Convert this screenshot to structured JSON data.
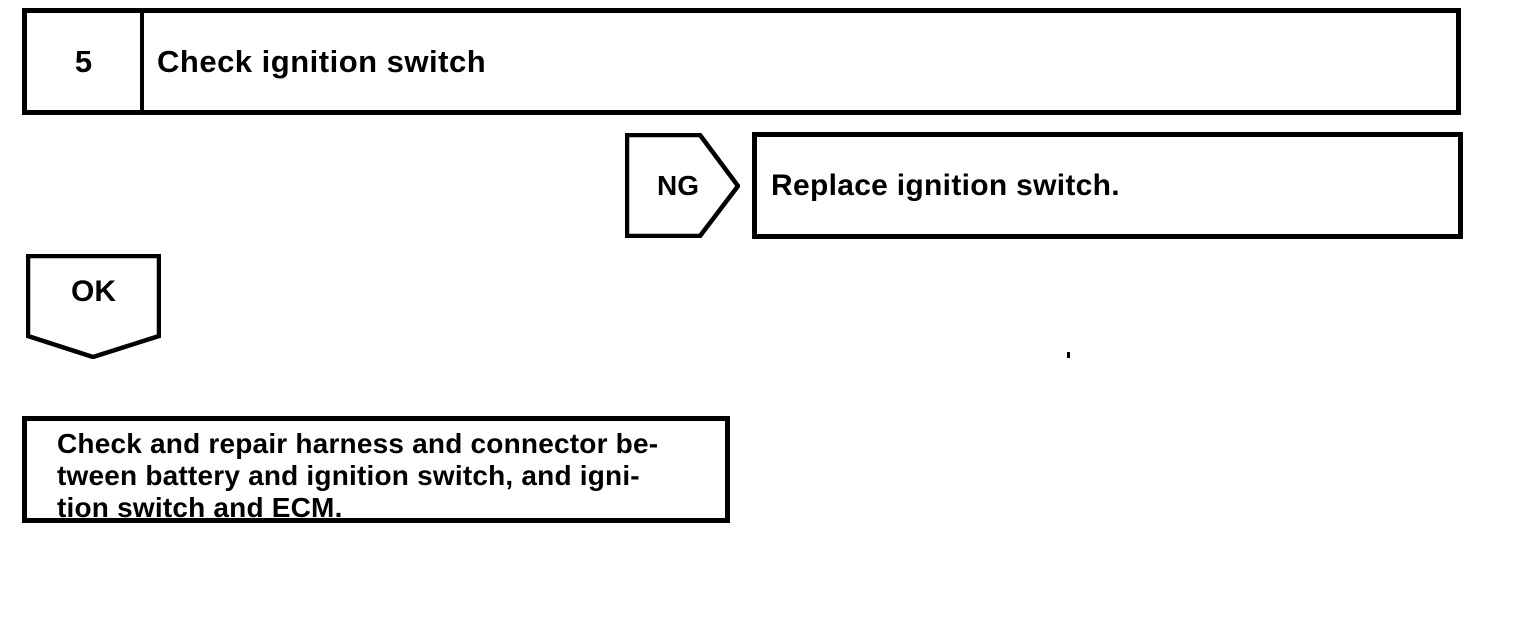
{
  "flowchart": {
    "step_box": {
      "number": "5",
      "title": "Check ignition switch"
    },
    "ng_branch": {
      "label": "NG",
      "action": "Replace ignition switch."
    },
    "ok_branch": {
      "label": "OK",
      "action_lines": [
        "Check and repair harness and connector be-",
        "tween battery and ignition switch, and igni-",
        "tion switch and ECM."
      ]
    },
    "colors": {
      "ink": "#000000",
      "paper": "#ffffff"
    }
  }
}
